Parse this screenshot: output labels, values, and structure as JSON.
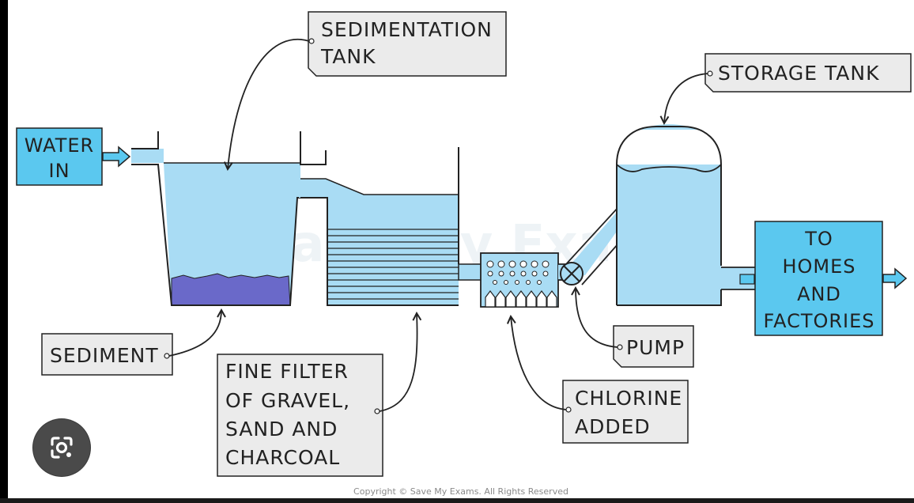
{
  "labels": {
    "water_in": [
      "WATER",
      "IN"
    ],
    "sedimentation_tank": [
      "SEDIMENTATION",
      "TANK"
    ],
    "storage_tank": "STORAGE  TANK",
    "to_homes": [
      "TO",
      "HOMES",
      "AND",
      "FACTORIES"
    ],
    "sediment": "SEDIMENT",
    "fine_filter": [
      "FINE  FILTER",
      "OF  GRAVEL,",
      "SAND  AND",
      "CHARCOAL"
    ],
    "pump": "PUMP",
    "chlorine": [
      "CHLORINE",
      "ADDED"
    ]
  },
  "copyright": "Copyright © Save My Exams. All Rights Reserved",
  "watermark": "Save My Exams",
  "colors": {
    "water": "#a9dcf4",
    "water_box": "#5bc8ef",
    "sediment": "#6a69c9",
    "label_box": "#ebebeb",
    "outline": "#222222"
  },
  "lens_icon": "google-lens-icon"
}
